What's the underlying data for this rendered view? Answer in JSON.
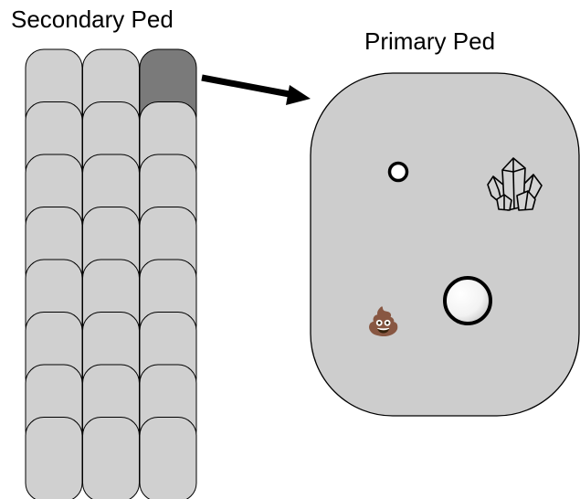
{
  "labels": {
    "secondary": "Secondary Ped",
    "primary": "Primary Ped"
  },
  "colors": {
    "tile_fill": "#d0d0d0",
    "tile_selected_fill": "#7a7a7a",
    "ped_fill": "#cdcdcd",
    "stroke": "#000000"
  },
  "secondary_grid": {
    "rows": 8,
    "cols": 3,
    "selected": {
      "row": 0,
      "col": 2
    }
  },
  "arrow": {
    "direction": "right"
  },
  "primary_items": [
    {
      "type": "ring-small",
      "icon": "ring-icon"
    },
    {
      "type": "crystal",
      "icon": "crystal-cluster-icon"
    },
    {
      "type": "ring-large",
      "icon": "white-orb-icon"
    },
    {
      "type": "emoji",
      "icon": "poop-icon",
      "glyph": "💩"
    }
  ]
}
